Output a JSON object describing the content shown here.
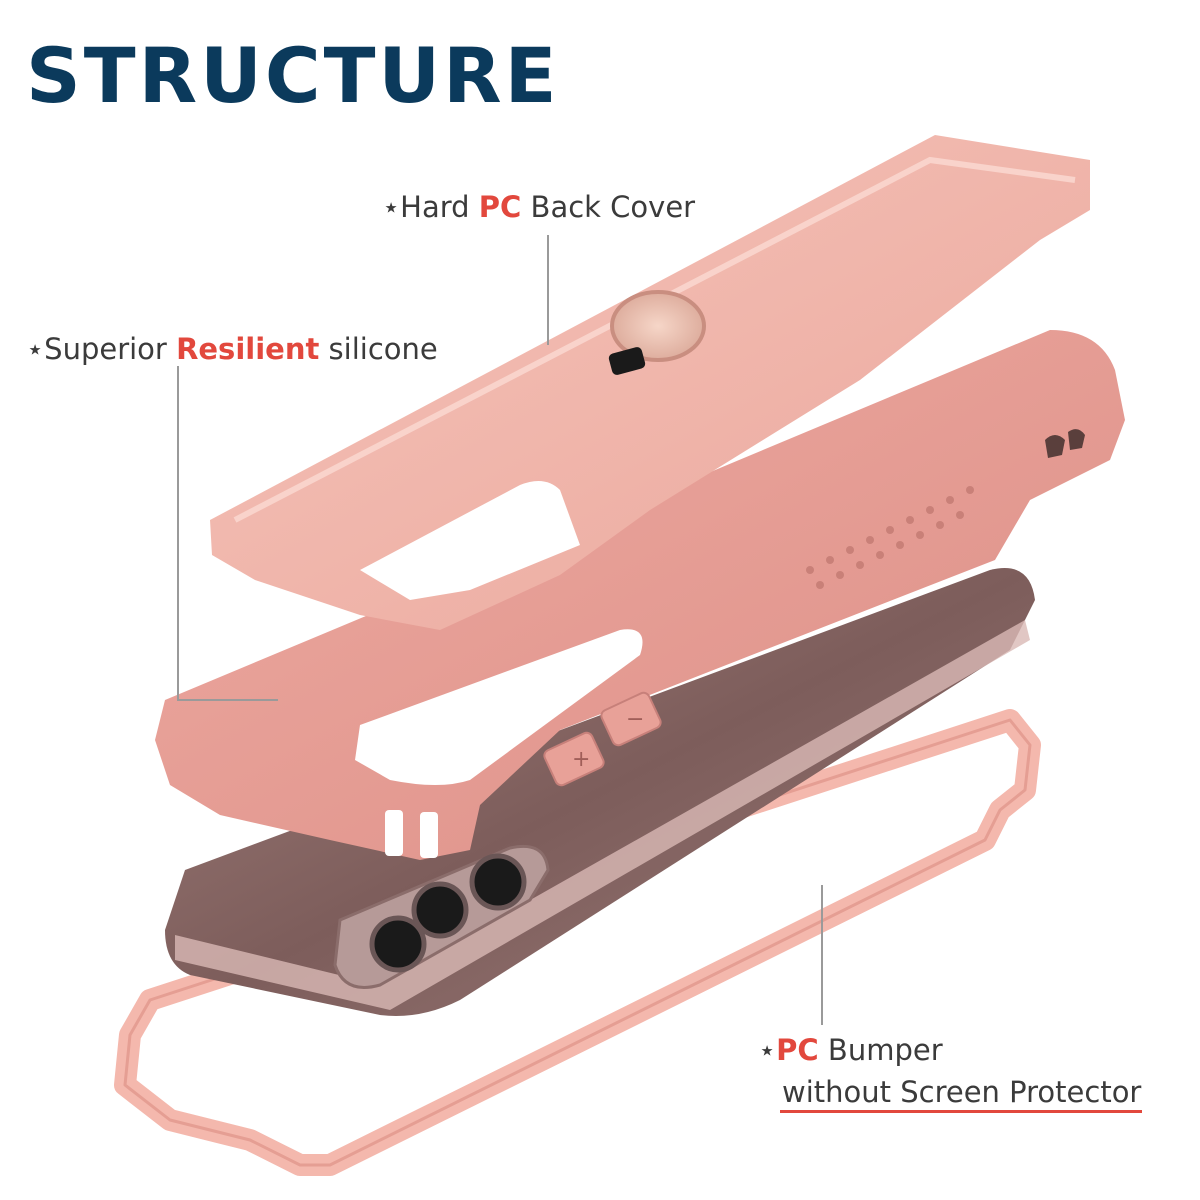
{
  "title": "STRUCTURE",
  "callouts": {
    "back_cover": {
      "star": "⋆",
      "pre": "Hard ",
      "highlight": "PC",
      "post": " Back Cover"
    },
    "silicone": {
      "star": "⋆",
      "pre": "Superior ",
      "highlight": "Resilient",
      "post": " silicone"
    },
    "bumper": {
      "star": "⋆",
      "highlight": "PC",
      "post": " Bumper",
      "line2": "without Screen Protector"
    }
  },
  "colors": {
    "title": "#0b3a5c",
    "highlight": "#e2483d",
    "hard_cover": "#f2b2a7",
    "silicone": "#e79e96",
    "bumper": "#f4b8ad",
    "phone": "#8a6a68",
    "leader": "#9a9a9a"
  }
}
